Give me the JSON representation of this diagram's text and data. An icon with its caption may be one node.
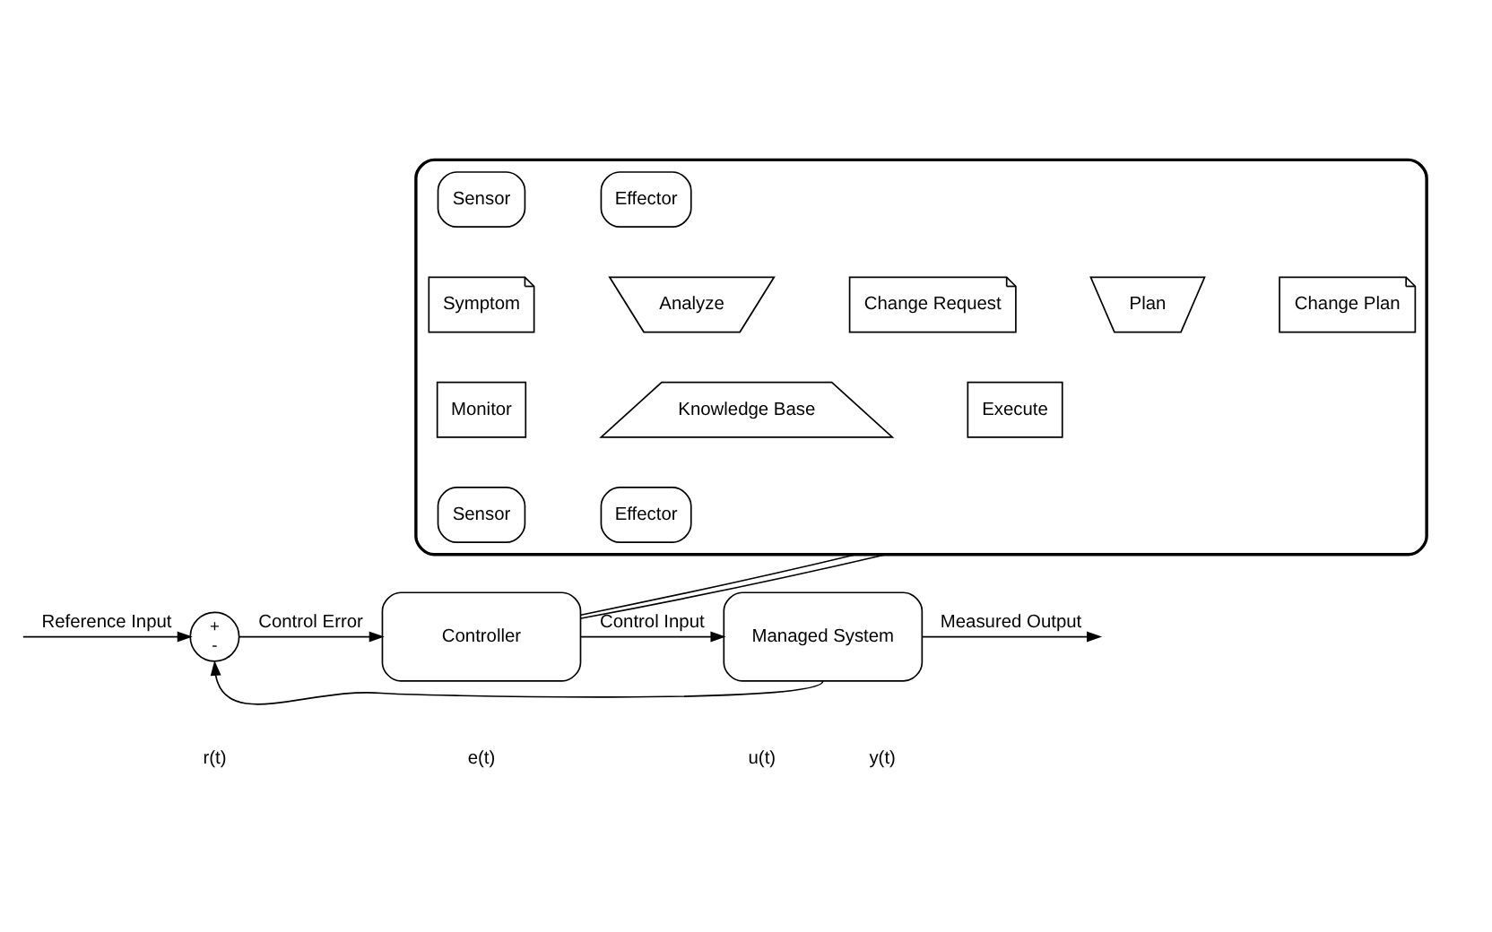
{
  "diagram": {
    "nodes": [
      {
        "text": [
          "+",
          "-"
        ]
      },
      {
        "text": [
          "Controller"
        ]
      },
      {
        "text": [
          "Managed System"
        ]
      },
      {
        "text": [],
        "shape": "box"
      },
      {
        "text": [
          "Sensor"
        ],
        "in": 3
      },
      {
        "text": [
          "Effector"
        ],
        "in": 3
      },
      {
        "text": [
          "Symptom"
        ],
        "in": 3
      },
      {
        "text": [
          "Analyze"
        ],
        "in": 3
      },
      {
        "text": [
          "Change Request"
        ],
        "in": 3
      },
      {
        "text": [
          "Plan"
        ],
        "in": 3
      },
      {
        "text": [
          "Change Plan"
        ],
        "in": 3
      },
      {
        "text": [
          "Monitor"
        ],
        "in": 3
      },
      {
        "text": [
          "Knowledge Base"
        ],
        "in": 3
      },
      {
        "text": [
          "Execute"
        ],
        "in": 3
      },
      {
        "text": [
          "Sensor"
        ],
        "in": 3
      },
      {
        "text": [
          "Effector"
        ],
        "in": 3
      }
    ],
    "edges": [
      {
        "from": null,
        "to": 0,
        "arrow": "to",
        "label": "Reference Input"
      },
      {
        "from": 0,
        "to": 1,
        "arrow": "to",
        "label": "Control Error"
      },
      {
        "from": 1,
        "to": 2,
        "arrow": "to",
        "label": "Control Input"
      },
      {
        "from": 2,
        "to": null,
        "arrow": "to",
        "label": "Measured Output"
      },
      {
        "from": 2,
        "to": 0,
        "arrow": "to"
      },
      {
        "from": 1,
        "to": 3,
        "arrow": "none"
      },
      {
        "from": 1,
        "to": 3,
        "arrow": "none"
      }
    ],
    "labels": [
      "r(t)",
      "e(t)",
      "u(t)",
      "y(t)"
    ]
  }
}
